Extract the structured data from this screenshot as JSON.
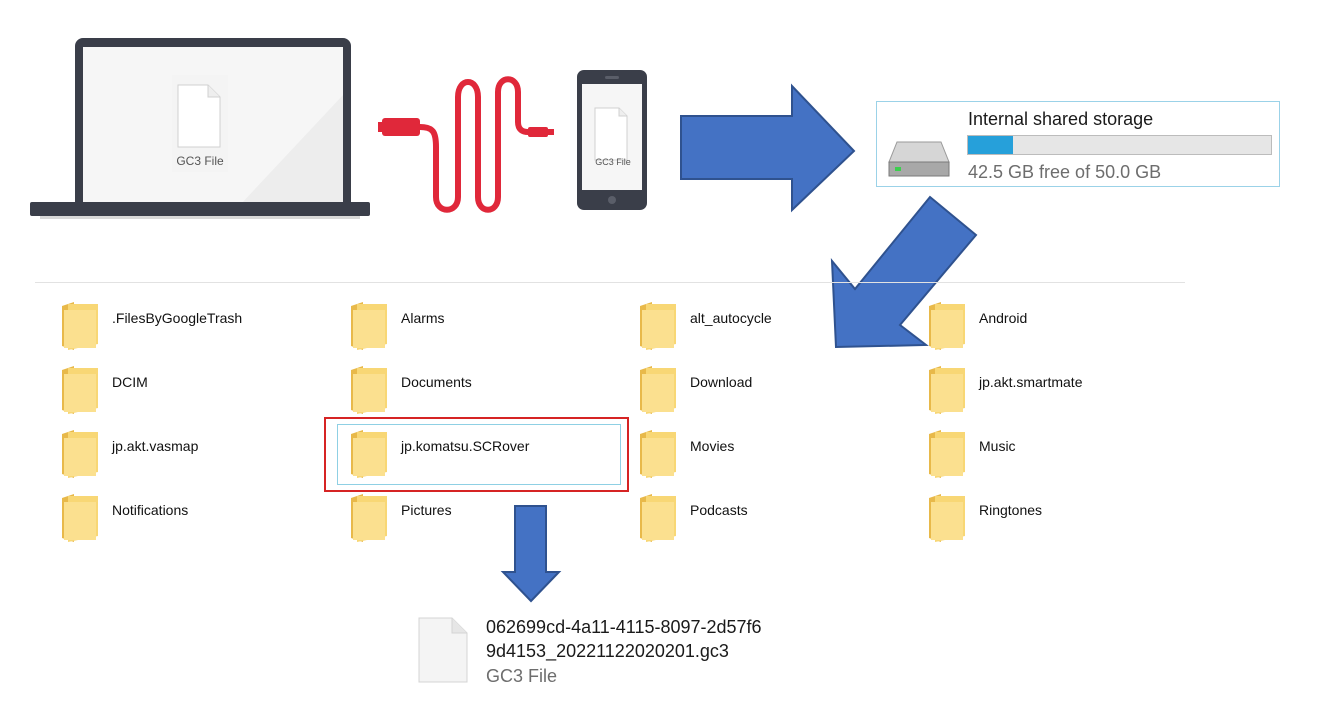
{
  "laptop": {
    "doc_label": "GC3 File"
  },
  "phone": {
    "doc_label": "GC3 File"
  },
  "storage": {
    "title": "Internal shared storage",
    "free_text": "42.5 GB free of 50.0 GB",
    "used_fraction": 0.15
  },
  "folders": [
    ".FilesByGoogleTrash",
    "Alarms",
    "alt_autocycle",
    "Android",
    "DCIM",
    "Documents",
    "Download",
    "jp.akt.smartmate",
    "jp.akt.vasmap",
    "jp.komatsu.SCRover",
    "Movies",
    "Music",
    "Notifications",
    "Pictures",
    "Podcasts",
    "Ringtones"
  ],
  "selected_folder": "jp.komatsu.SCRover",
  "result_file": {
    "name_line1": "062699cd-4a11-4115-8097-2d57f6",
    "name_line2": "9d4153_20221122020201.gc3",
    "type": "GC3 File"
  },
  "colors": {
    "arrow": "#4472c4",
    "arrow_border": "#2f528f",
    "cable": "#e0283a",
    "highlight": "#d62424",
    "storage_fill": "#26a0da",
    "folder": "#f8d775"
  }
}
